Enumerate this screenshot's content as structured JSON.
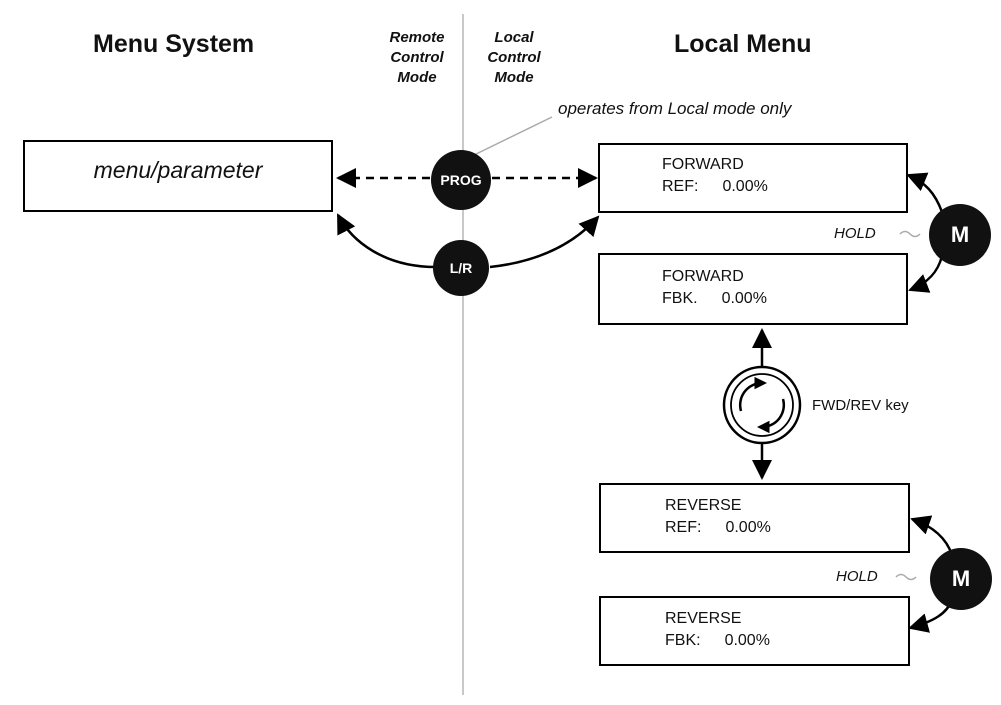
{
  "headings": {
    "menu_system": "Menu System",
    "local_menu": "Local Menu"
  },
  "modes": {
    "remote": [
      "Remote",
      "Control",
      "Mode"
    ],
    "local": [
      "Local",
      "Control",
      "Mode"
    ]
  },
  "note": "operates from Local mode only",
  "menu_parameter_box": "menu/parameter",
  "buttons": {
    "prog": "PROG",
    "lr": "L/R",
    "m": "M"
  },
  "displays": {
    "forward_ref": {
      "line1": "FORWARD",
      "label": "REF:",
      "value": "0.00%"
    },
    "forward_fbk": {
      "line1": "FORWARD",
      "label": "FBK.",
      "value": "0.00%"
    },
    "reverse_ref": {
      "line1": "REVERSE",
      "label": "REF:",
      "value": "0.00%"
    },
    "reverse_fbk": {
      "line1": "REVERSE",
      "label": "FBK:",
      "value": "0.00%"
    }
  },
  "hold_label": "HOLD",
  "fwd_rev_key_label": "FWD/REV key"
}
